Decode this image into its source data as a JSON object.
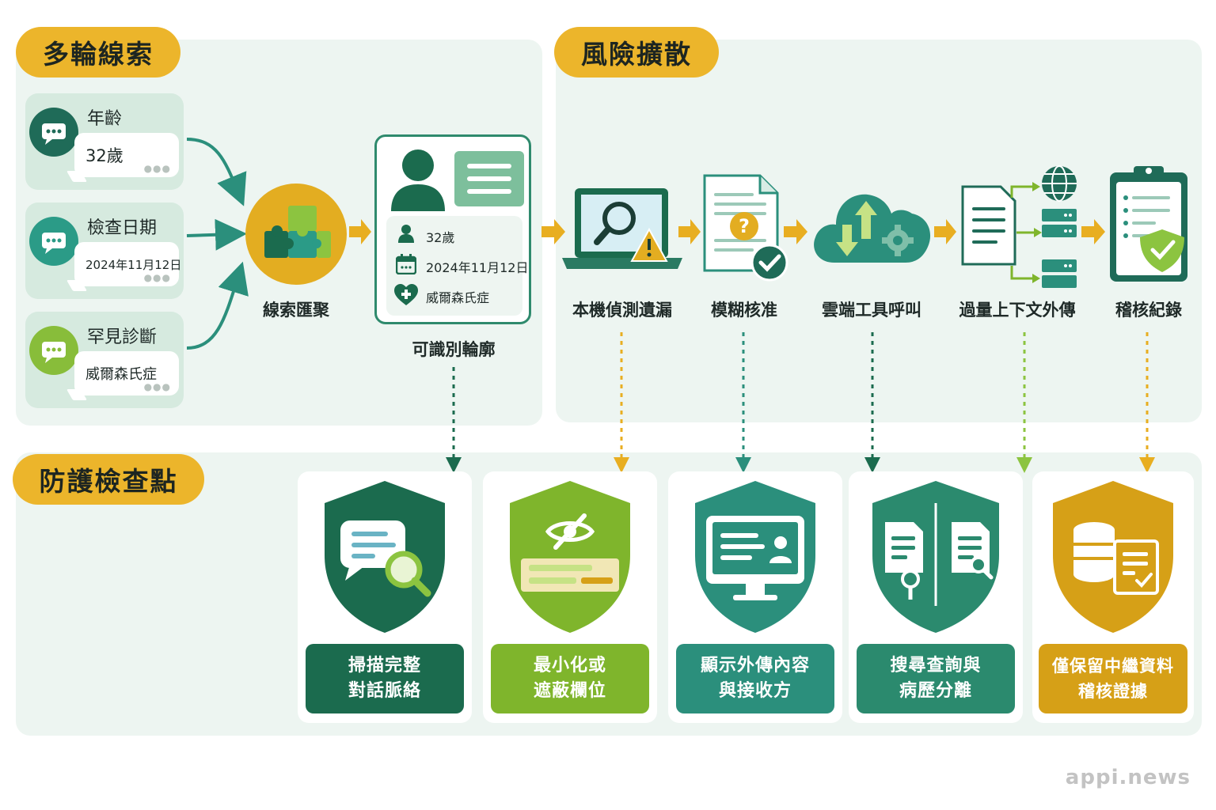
{
  "sections": {
    "clues": "多輪線索",
    "risk": "風險擴散",
    "checkpoints": "防護檢查點"
  },
  "clues": [
    {
      "label": "年齡",
      "value": "32歲",
      "color": "#1f6b58"
    },
    {
      "label": "檢查日期",
      "value": "2024年11月12日",
      "color": "#2b9b87"
    },
    {
      "label": "罕見診斷",
      "value": "威爾森氏症",
      "color": "#88bd3a"
    }
  ],
  "aggregate": {
    "label": "線索匯聚"
  },
  "profile": {
    "label": "可識別輪廓",
    "rows": [
      "32歲",
      "2024年11月12日",
      "威爾森氏症"
    ]
  },
  "risk_steps": [
    {
      "label": "本機偵測遺漏",
      "icon": "laptop-search-warning-icon"
    },
    {
      "label": "模糊核准",
      "icon": "document-question-check-icon"
    },
    {
      "label": "雲端工具呼叫",
      "icon": "cloud-gear-icon"
    },
    {
      "label": "過量上下文外傳",
      "icon": "document-export-icon"
    },
    {
      "label": "稽核紀錄",
      "icon": "clipboard-shield-icon"
    }
  ],
  "guards": [
    {
      "line1": "掃描完整",
      "line2": "對話脈絡",
      "color": "#1b6b4e"
    },
    {
      "line1": "最小化或",
      "line2": "遮蔽欄位",
      "color": "#7fb52c"
    },
    {
      "line1": "顯示外傳內容",
      "line2": "與接收方",
      "color": "#2b8f7c"
    },
    {
      "line1": "搜尋查詢與",
      "line2": "病歷分離",
      "color": "#2b8a6e"
    },
    {
      "line1": "僅保留中繼資料",
      "line2": "稽核證據",
      "color": "#d6a017"
    }
  ],
  "watermark": "appi.news",
  "colors": {
    "accent": "#ecb52b",
    "dark_green": "#1b6b4e",
    "teal": "#2b8f7c",
    "lime": "#7fb52c",
    "gold": "#d6a017"
  }
}
